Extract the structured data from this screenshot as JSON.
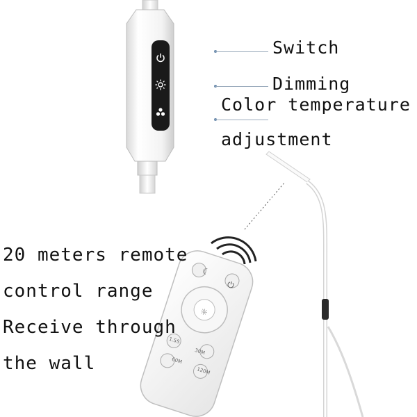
{
  "labels": {
    "switch": "Switch",
    "dimming": "Dimming",
    "color_temperature": "Color temperature",
    "adjustment": "adjustment"
  },
  "remote_text": {
    "line1": "20 meters remote",
    "line2": "control range",
    "line3": "Receive through",
    "line4": "the wall"
  },
  "remote_buttons": {
    "b1": "1.5S",
    "b2": "30M",
    "b3": "60M",
    "b4": "120M"
  },
  "icons": [
    "power-icon",
    "sun-icon",
    "color-dots-icon",
    "moon-icon",
    "wireless-signal-icon"
  ],
  "colors": {
    "background": "#ffffff",
    "panel": "#1a1a1a",
    "icon": "#ffffff",
    "leader_line": "#99aabb"
  }
}
